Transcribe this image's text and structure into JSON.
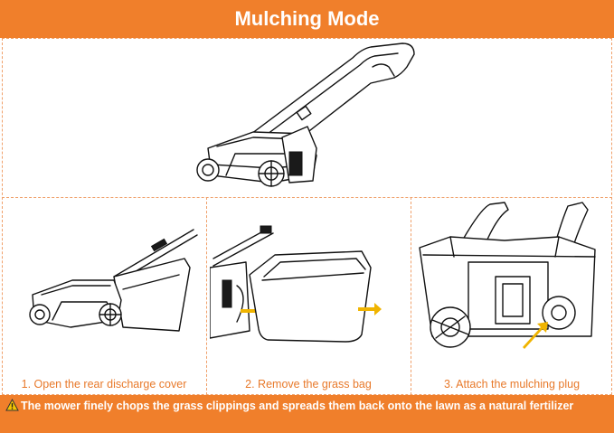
{
  "header": {
    "title": "Mulching Mode"
  },
  "steps": [
    {
      "caption": "1. Open the rear discharge cover"
    },
    {
      "caption": "2. Remove the grass bag"
    },
    {
      "caption": "3. Attach the mulching plug"
    }
  ],
  "footer": {
    "warning_icon": "warning-triangle-icon",
    "text": "The mower finely chops the grass clippings and spreads them back onto the lawn as a natural fertilizer"
  },
  "colors": {
    "accent": "#f07f2b",
    "arrow": "#f0b400",
    "divider": "#f0a06a",
    "caption": "#e8792a"
  }
}
